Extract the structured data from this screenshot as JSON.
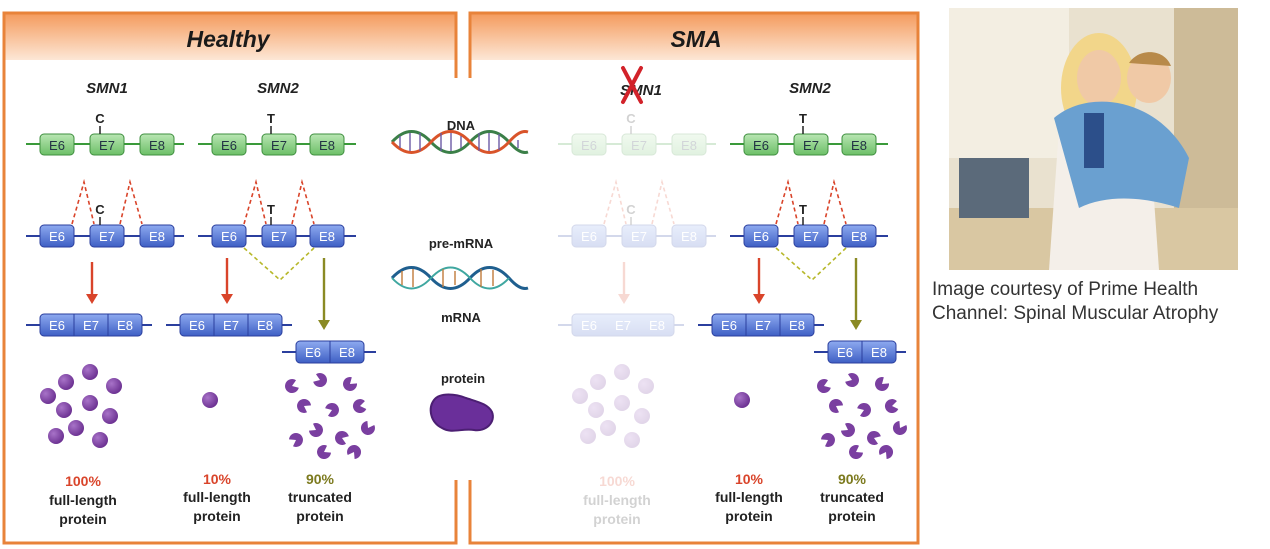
{
  "healthy": {
    "title": "Healthy",
    "gene1": "SMN1",
    "gene2": "SMN2",
    "nt_c": "C",
    "nt_t": "T",
    "exons": [
      "E6",
      "E7",
      "E8"
    ],
    "pct1": "100%",
    "label1a": "full-length",
    "label1b": "protein",
    "pct2": "10%",
    "label2a": "full-length",
    "label2b": "protein",
    "pct3": "90%",
    "label3a": "truncated",
    "label3b": "protein"
  },
  "sma": {
    "title": "SMA",
    "gene1": "SMN1",
    "gene2": "SMN2",
    "nt_c": "C",
    "nt_t": "T",
    "exons": [
      "E6",
      "E7",
      "E8"
    ],
    "pct1": "100%",
    "label1a": "full-length",
    "label1b": "protein",
    "pct2": "10%",
    "label2a": "full-length",
    "label2b": "protein",
    "pct3": "90%",
    "label3a": "truncated",
    "label3b": "protein"
  },
  "center": {
    "dna": "DNA",
    "premrna": "pre-mRNA",
    "mrna": "mRNA",
    "protein": "protein"
  },
  "caption": "Image courtesy of Prime Health Channel: Spinal Muscular Atrophy",
  "colors": {
    "panel_border": "#e8833a",
    "header_gradient_top": "#f7a56a",
    "header_gradient_bottom": "#fde5d3",
    "dna_line": "#3a9a3a",
    "dna_exon": "#8fd28f",
    "rna_line": "#2b3f9e",
    "rna_exon": "#5f7fd6",
    "red_arrow": "#d9442a",
    "olive_arrow": "#8a8a24",
    "protein": "#7a3fa0",
    "pct_red": "#d9442a",
    "pct_olive": "#7c7a1e",
    "cross": "#d2222a"
  }
}
